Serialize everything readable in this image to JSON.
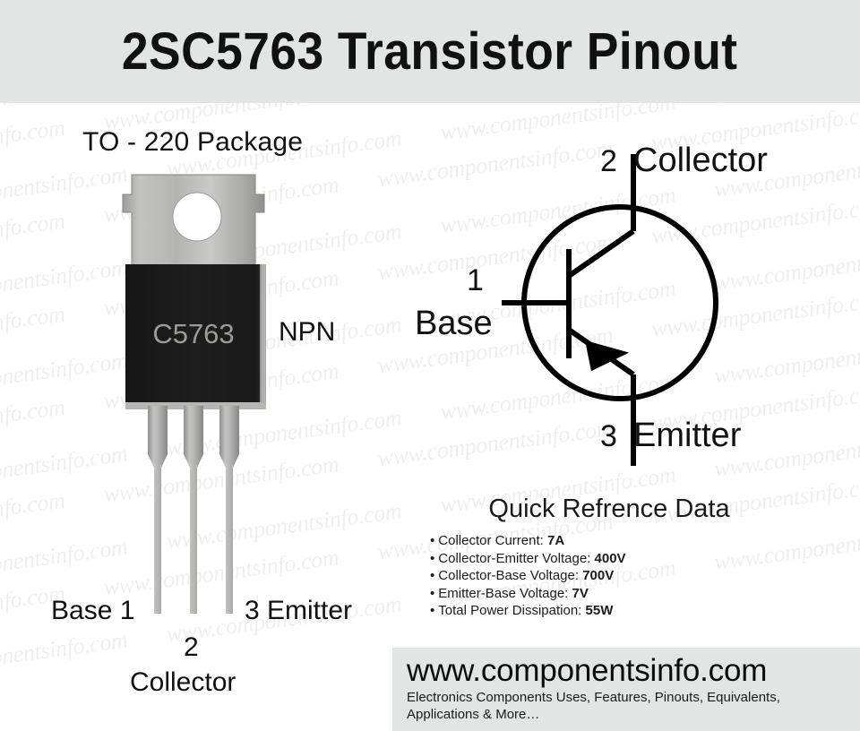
{
  "header": {
    "title": "2SC5763 Transistor Pinout",
    "bg_color": "#e3e4e4"
  },
  "package": {
    "label": "TO - 220 Package",
    "body_marking": "C5763",
    "type_label": "NPN",
    "body_color": "#1b1b1b",
    "tab_color": "#b6b6b2",
    "lead_color": "#b0b0ae",
    "pins": [
      {
        "number": "1",
        "name": "Base",
        "bottom_label": "Base 1"
      },
      {
        "number": "2",
        "name": "Collector",
        "bottom_label": "2"
      },
      {
        "number": "3",
        "name": "Emitter",
        "bottom_label": "3 Emitter"
      }
    ],
    "bottom_labels": {
      "left": "Base 1",
      "right": "3 Emitter",
      "center_number": "2",
      "center_name": "Collector"
    }
  },
  "schematic": {
    "pin2": "2",
    "collector": "Collector",
    "pin1": "1",
    "base": "Base",
    "pin3": "3",
    "emitter": "Emitter",
    "line_color": "#000000"
  },
  "quick_reference": {
    "title": "Quick Refrence Data",
    "bullet_char": "•",
    "items": [
      {
        "label": "Collector Current:",
        "value": "7A"
      },
      {
        "label": "Collector-Emitter Voltage:",
        "value": "400V"
      },
      {
        "label": "Collector-Base Voltage:",
        "value": "700V"
      },
      {
        "label": "Emitter-Base Voltage:",
        "value": "7V"
      },
      {
        "label": "Total Power Dissipation:",
        "value": "55W"
      }
    ]
  },
  "branding": {
    "url": "www.componentsinfo.com",
    "tagline_line1": "Electronics Components Uses, Features, Pinouts, Equivalents,",
    "tagline_line2": "Applications & More…",
    "bg_color": "#e3e4e4"
  },
  "watermark": {
    "text": "www.componentsinfo.com",
    "color": "#efefef",
    "rows": 13,
    "per_row": 6
  }
}
